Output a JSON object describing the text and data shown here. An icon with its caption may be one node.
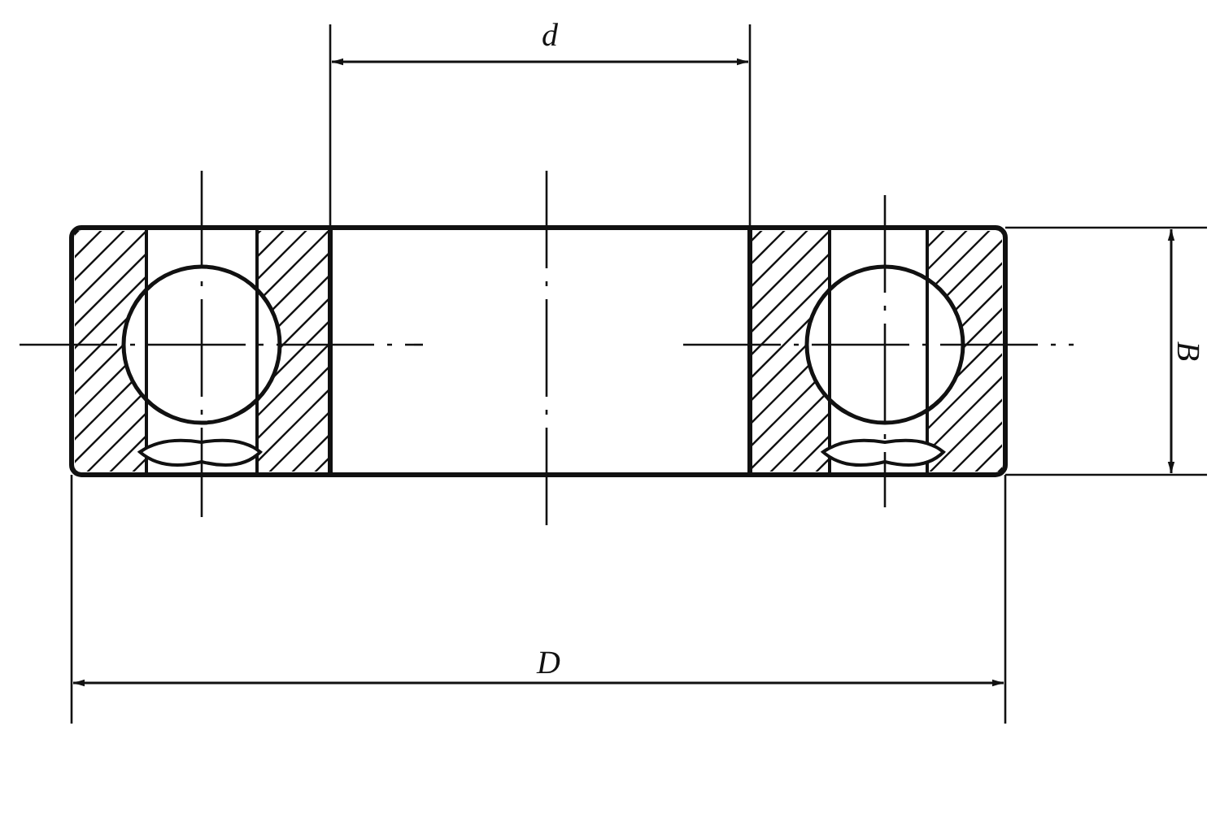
{
  "diagram": {
    "labels": [
      "d",
      "B",
      "D"
    ]
  }
}
